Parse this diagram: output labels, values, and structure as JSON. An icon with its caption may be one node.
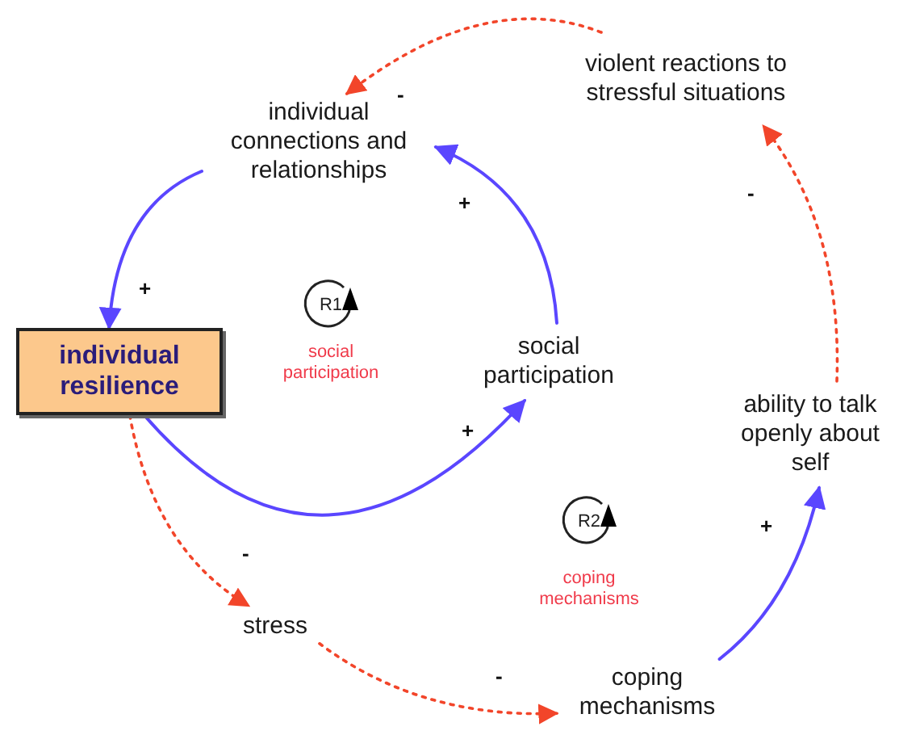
{
  "diagram": {
    "nodes": [
      {
        "text": [
          "individual connections and relationships"
        ]
      },
      {
        "text": [
          "violent reactions to stressful situations"
        ]
      },
      {
        "text": [
          "individual resilience"
        ]
      },
      {
        "text": [
          "social participation"
        ]
      },
      {
        "text": [
          "ability to talk openly about self"
        ]
      },
      {
        "text": [
          "stress"
        ]
      },
      {
        "text": [
          "coping mechanisms"
        ]
      },
      {
        "text": [
          "R1"
        ],
        "beside": [
          "social participation"
        ]
      },
      {
        "text": [
          "R2"
        ],
        "beside": [
          "coping mechanisms"
        ]
      }
    ],
    "edges": [
      {
        "from": 0,
        "to": 2,
        "arrow": "to",
        "label": "+",
        "color": "#5a46ff"
      },
      {
        "from": 3,
        "to": 0,
        "arrow": "to",
        "label": "+",
        "color": "#5a46ff"
      },
      {
        "from": 2,
        "to": 3,
        "arrow": "to",
        "label": "+",
        "color": "#5a46ff"
      },
      {
        "from": 2,
        "to": 5,
        "arrow": "to",
        "label": "-",
        "style": "dashed",
        "color": "#f2452a"
      },
      {
        "from": 5,
        "to": 6,
        "arrow": "to",
        "label": "-",
        "style": "dashed",
        "color": "#f2452a"
      },
      {
        "from": 6,
        "to": 4,
        "arrow": "to",
        "label": "+",
        "color": "#5a46ff"
      },
      {
        "from": 4,
        "to": 1,
        "arrow": "to",
        "label": "-",
        "style": "dashed",
        "color": "#f2452a"
      },
      {
        "from": 1,
        "to": 0,
        "arrow": "to",
        "label": "-",
        "style": "dashed",
        "color": "#f2452a"
      }
    ]
  }
}
